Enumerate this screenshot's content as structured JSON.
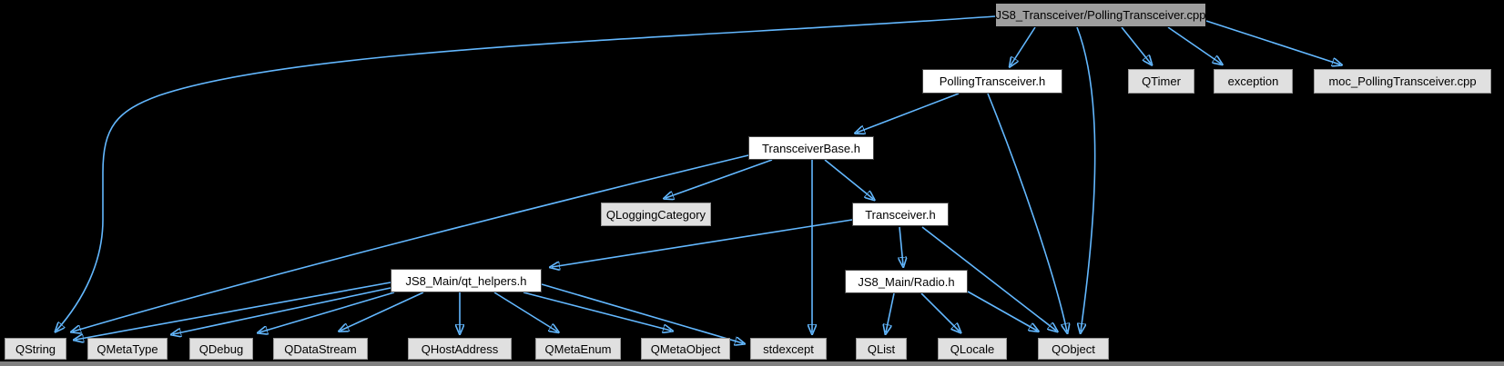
{
  "colors": {
    "background": "#000000",
    "edge": "#63b8ff",
    "node_fill_current": "#9e9e9e",
    "node_fill_project": "#ffffff",
    "node_fill_external": "#e0e0e0",
    "node_text": "#000000",
    "scrollbar": "#808080"
  },
  "nodes": [
    {
      "id": "main_cpp",
      "label": "JS8_Transceiver/PollingTransceiver.cpp",
      "type": "current"
    },
    {
      "id": "polling_h",
      "label": "PollingTransceiver.h",
      "type": "project"
    },
    {
      "id": "qtimer",
      "label": "QTimer",
      "type": "external"
    },
    {
      "id": "exception",
      "label": "exception",
      "type": "external"
    },
    {
      "id": "moc_cpp",
      "label": "moc_PollingTransceiver.cpp",
      "type": "external"
    },
    {
      "id": "base_h",
      "label": "TransceiverBase.h",
      "type": "project"
    },
    {
      "id": "qloggingcat",
      "label": "QLoggingCategory",
      "type": "external"
    },
    {
      "id": "transceiver_h",
      "label": "Transceiver.h",
      "type": "project"
    },
    {
      "id": "qt_helpers_h",
      "label": "JS8_Main/qt_helpers.h",
      "type": "project"
    },
    {
      "id": "radio_h",
      "label": "JS8_Main/Radio.h",
      "type": "project"
    },
    {
      "id": "qstring",
      "label": "QString",
      "type": "external"
    },
    {
      "id": "qmetatype",
      "label": "QMetaType",
      "type": "external"
    },
    {
      "id": "qdebug",
      "label": "QDebug",
      "type": "external"
    },
    {
      "id": "qdatastream",
      "label": "QDataStream",
      "type": "external"
    },
    {
      "id": "qhostaddress",
      "label": "QHostAddress",
      "type": "external"
    },
    {
      "id": "qmetaenum",
      "label": "QMetaEnum",
      "type": "external"
    },
    {
      "id": "qmetaobject",
      "label": "QMetaObject",
      "type": "external"
    },
    {
      "id": "stdexcept",
      "label": "stdexcept",
      "type": "external"
    },
    {
      "id": "qlist",
      "label": "QList",
      "type": "external"
    },
    {
      "id": "qlocale",
      "label": "QLocale",
      "type": "external"
    },
    {
      "id": "qobject",
      "label": "QObject",
      "type": "external"
    }
  ],
  "edges": [
    {
      "from": "main_cpp",
      "to": "polling_h"
    },
    {
      "from": "main_cpp",
      "to": "qstring"
    },
    {
      "from": "main_cpp",
      "to": "qtimer"
    },
    {
      "from": "main_cpp",
      "to": "exception"
    },
    {
      "from": "main_cpp",
      "to": "moc_cpp"
    },
    {
      "from": "main_cpp",
      "to": "qobject"
    },
    {
      "from": "polling_h",
      "to": "base_h"
    },
    {
      "from": "polling_h",
      "to": "qobject"
    },
    {
      "from": "base_h",
      "to": "qstring"
    },
    {
      "from": "base_h",
      "to": "qloggingcat"
    },
    {
      "from": "base_h",
      "to": "stdexcept"
    },
    {
      "from": "base_h",
      "to": "transceiver_h"
    },
    {
      "from": "transceiver_h",
      "to": "qt_helpers_h"
    },
    {
      "from": "transceiver_h",
      "to": "radio_h"
    },
    {
      "from": "transceiver_h",
      "to": "qobject"
    },
    {
      "from": "qt_helpers_h",
      "to": "qstring"
    },
    {
      "from": "qt_helpers_h",
      "to": "qmetatype"
    },
    {
      "from": "qt_helpers_h",
      "to": "qdebug"
    },
    {
      "from": "qt_helpers_h",
      "to": "qdatastream"
    },
    {
      "from": "qt_helpers_h",
      "to": "qhostaddress"
    },
    {
      "from": "qt_helpers_h",
      "to": "qmetaenum"
    },
    {
      "from": "qt_helpers_h",
      "to": "qmetaobject"
    },
    {
      "from": "qt_helpers_h",
      "to": "stdexcept"
    },
    {
      "from": "radio_h",
      "to": "qlist"
    },
    {
      "from": "radio_h",
      "to": "qlocale"
    },
    {
      "from": "radio_h",
      "to": "qobject"
    }
  ]
}
